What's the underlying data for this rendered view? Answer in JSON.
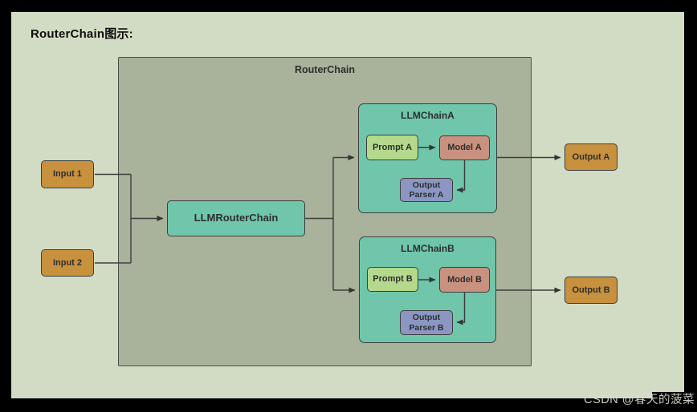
{
  "page": {
    "title": "RouterChain图示:",
    "watermark": "CSDN @春天的菠菜"
  },
  "colors": {
    "page_background": "#d2dcc4",
    "frame": "#000000",
    "outer_box": "#a9b29b",
    "chain_teal": "#6fc6aa",
    "prompt_green": "#b5d98c",
    "model_salmon": "#c9917f",
    "parser_blue": "#8b96c3",
    "io_orange": "#c8913e",
    "line_and_border": "#3d3d3d",
    "label_text": "#2e2e2e",
    "watermark_text": "#d9ded1"
  },
  "diagram": {
    "outer_label": "RouterChain",
    "router_label": "LLMRouterChain",
    "inputs": [
      {
        "label": "Input 1"
      },
      {
        "label": "Input 2"
      }
    ],
    "outputs": [
      {
        "label": "Output A"
      },
      {
        "label": "Output B"
      }
    ],
    "chains": [
      {
        "title": "LLMChainA",
        "prompt": "Prompt A",
        "model": "Model A",
        "parser": "Output Parser A"
      },
      {
        "title": "LLMChainB",
        "prompt": "Prompt B",
        "model": "Model B",
        "parser": "Output Parser B"
      }
    ]
  }
}
